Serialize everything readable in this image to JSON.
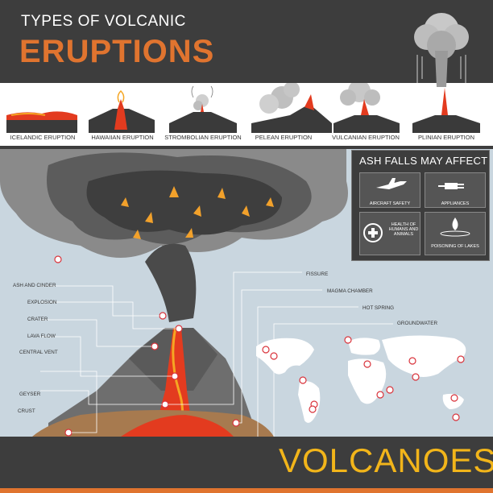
{
  "header": {
    "title_top": "TYPES OF VOLCANIC",
    "title_main": "ERUPTIONS"
  },
  "eruption_types": [
    "ICELANDIC ERUPTION",
    "HAWAIIAN ERUPTION",
    "STROMBOLIAN ERUPTION",
    "PELEAN ERUPTION",
    "VULCANIAN ERUPTION",
    "PLINIAN ERUPTION"
  ],
  "ash_falls": {
    "title": "ASH FALLS MAY AFFECT",
    "items": [
      {
        "label": "AIRCRAFT SAFETY",
        "icon": "airplane-icon"
      },
      {
        "label": "APPLIANCES",
        "icon": "plug-icon"
      },
      {
        "label": "HEALTH OF HUMANS AND ANIMALS",
        "icon": "health-cross-icon"
      },
      {
        "label": "POISONING OF LAKES",
        "icon": "water-drop-icon"
      }
    ]
  },
  "callouts_left": [
    "ASH AND CINDER",
    "EXPLOSION",
    "CRATER",
    "LAVA FLOW",
    "CENTRAL VENT",
    "GEYSER",
    "CRUST"
  ],
  "callouts_right": [
    "FISSURE",
    "MAGMA CHAMBER",
    "HOT SPRING",
    "GROUNDWATER"
  ],
  "footer": {
    "title": "VOLCANOES"
  },
  "colors": {
    "dark": "#3d3d3d",
    "orange": "#e0742f",
    "yellow": "#f2b51a",
    "sky": "#c9d6df",
    "lava": "#e33b1f",
    "marker": "#d9333b"
  }
}
